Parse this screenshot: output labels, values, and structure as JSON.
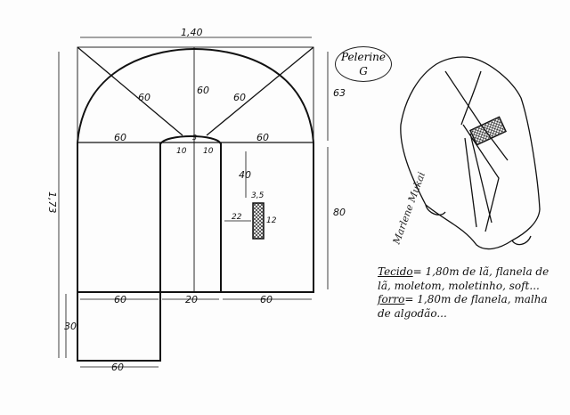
{
  "title": {
    "name": "Pelerine",
    "size": "G"
  },
  "measurements": {
    "width_total": "1,40",
    "height_total": "1,73",
    "radius_left": "60",
    "radius_center": "60",
    "radius_right": "60",
    "arc_height": "63",
    "top_left_width": "60",
    "top_right_width": "60",
    "neck_depth": "3",
    "neck_left": "10",
    "neck_right": "10",
    "slot_offset_top": "40",
    "slot_width": "3,5",
    "slot_height": "12",
    "slot_offset_side": "22",
    "body_height": "80",
    "bottom_left": "60",
    "bottom_center": "20",
    "bottom_right": "60",
    "tail_height": "30",
    "tail_width": "60"
  },
  "notes": {
    "fabric_label": "Tecido",
    "fabric_text": "= 1,80m de lã, flanela de lã, moletom, moletinho, soft...",
    "lining_label": "forro",
    "lining_text": "= 1,80m de flanela, malha de algodão..."
  },
  "signature": "Marlene Mukai"
}
